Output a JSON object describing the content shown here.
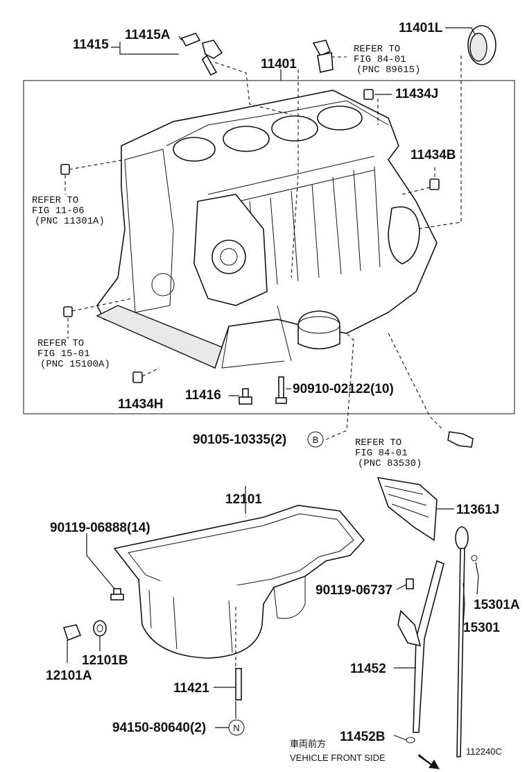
{
  "labels": {
    "p11415": "11415",
    "p11415a": "11415A",
    "p11401": "11401",
    "p11401l": "11401L",
    "p11434j": "11434J",
    "p11434b": "11434B",
    "p11434h": "11434H",
    "p11416": "11416",
    "p90910": "90910-02122(10)",
    "p90105": "90105-10335(2)",
    "p12101": "12101",
    "p11361j": "11361J",
    "p90119_06888": "90119-06888(14)",
    "p90119_06737": "90119-06737",
    "p15301a": "15301A",
    "p15301": "15301",
    "p12101b": "12101B",
    "p12101a": "12101A",
    "p11421": "11421",
    "p11452": "11452",
    "p11452b": "11452B",
    "p94150": "94150-80640(2)"
  },
  "refs": {
    "r1": {
      "line1": "REFER TO",
      "line2": "FIG 84-01",
      "line3": "(PNC 89615)"
    },
    "r2": {
      "line1": "REFER TO",
      "line2": "FIG 11-06",
      "line3": "(PNC 11301A)"
    },
    "r3": {
      "line1": "REFER TO",
      "line2": "FIG 15-01",
      "line3": "(PNC 15100A)"
    },
    "r4": {
      "line1": "REFER TO",
      "line2": "FIG 84-01",
      "line3": "(PNC 83530)"
    }
  },
  "markers": {
    "b": "B",
    "n": "N"
  },
  "footer": {
    "front_jp": "車両前方",
    "front_en": "VEHICLE FRONT SIDE",
    "code": "112240C"
  }
}
